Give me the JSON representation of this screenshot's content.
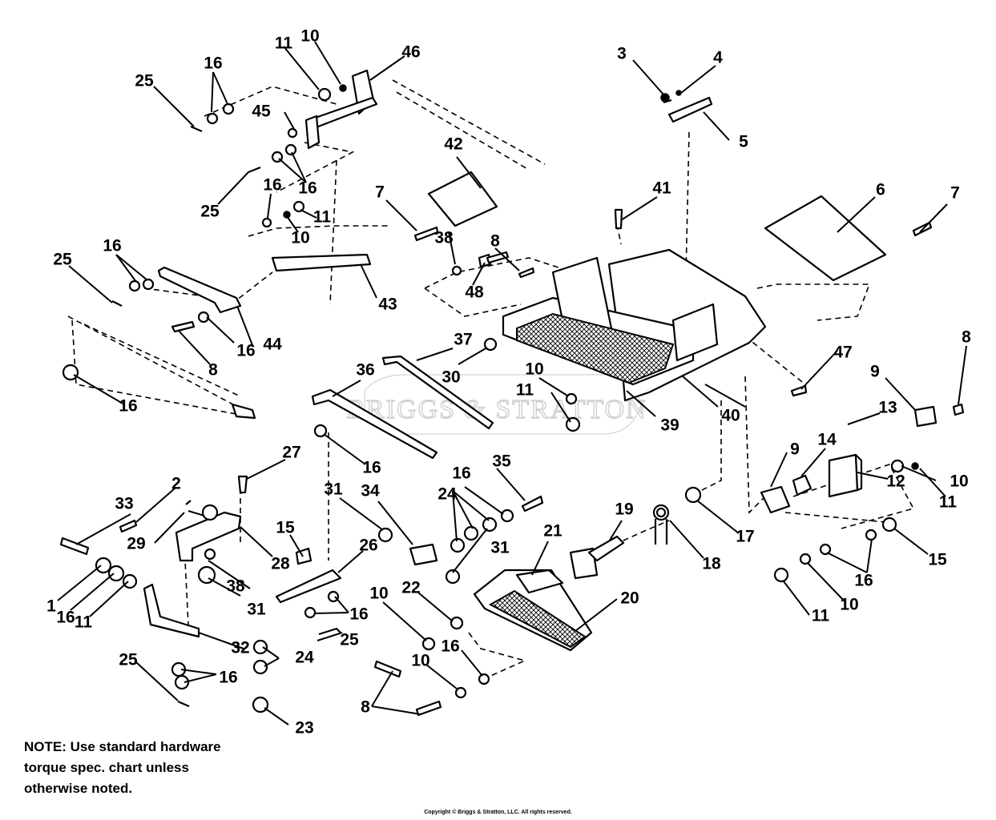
{
  "watermark": "BRIGGS & STRATTON",
  "note": {
    "lines": [
      "NOTE: Use standard hardware",
      "torque spec. chart unless",
      "otherwise noted."
    ]
  },
  "copyright": "Copyright © Briggs & Stratton, LLC. All rights reserved.",
  "callouts": [
    {
      "id": "c1",
      "text": "1"
    },
    {
      "id": "c2",
      "text": "2"
    },
    {
      "id": "c3",
      "text": "3"
    },
    {
      "id": "c4",
      "text": "4"
    },
    {
      "id": "c5",
      "text": "5"
    },
    {
      "id": "c6",
      "text": "6"
    },
    {
      "id": "c7a",
      "text": "7"
    },
    {
      "id": "c7b",
      "text": "7"
    },
    {
      "id": "c8a",
      "text": "8"
    },
    {
      "id": "c8b",
      "text": "8"
    },
    {
      "id": "c8c",
      "text": "8"
    },
    {
      "id": "c8d",
      "text": "8"
    },
    {
      "id": "c9a",
      "text": "9"
    },
    {
      "id": "c9b",
      "text": "9"
    },
    {
      "id": "c10a",
      "text": "10"
    },
    {
      "id": "c10b",
      "text": "10"
    },
    {
      "id": "c10c",
      "text": "10"
    },
    {
      "id": "c10d",
      "text": "10"
    },
    {
      "id": "c10e",
      "text": "10"
    },
    {
      "id": "c10f",
      "text": "10"
    },
    {
      "id": "c10g",
      "text": "10"
    },
    {
      "id": "c11a",
      "text": "11"
    },
    {
      "id": "c11b",
      "text": "11"
    },
    {
      "id": "c11c",
      "text": "11"
    },
    {
      "id": "c11d",
      "text": "11"
    },
    {
      "id": "c11e",
      "text": "11"
    },
    {
      "id": "c11f",
      "text": "11"
    },
    {
      "id": "c12",
      "text": "12"
    },
    {
      "id": "c13",
      "text": "13"
    },
    {
      "id": "c14",
      "text": "14"
    },
    {
      "id": "c15a",
      "text": "15"
    },
    {
      "id": "c15b",
      "text": "15"
    },
    {
      "id": "c16a",
      "text": "16"
    },
    {
      "id": "c16b",
      "text": "16"
    },
    {
      "id": "c16c",
      "text": "16"
    },
    {
      "id": "c16d",
      "text": "16"
    },
    {
      "id": "c16e",
      "text": "16"
    },
    {
      "id": "c16f",
      "text": "16"
    },
    {
      "id": "c16g",
      "text": "16"
    },
    {
      "id": "c16h",
      "text": "16"
    },
    {
      "id": "c16i",
      "text": "16"
    },
    {
      "id": "c16j",
      "text": "16"
    },
    {
      "id": "c16k",
      "text": "16"
    },
    {
      "id": "c16l",
      "text": "16"
    },
    {
      "id": "c16m",
      "text": "16"
    },
    {
      "id": "c17",
      "text": "17"
    },
    {
      "id": "c18",
      "text": "18"
    },
    {
      "id": "c19",
      "text": "19"
    },
    {
      "id": "c20",
      "text": "20"
    },
    {
      "id": "c21",
      "text": "21"
    },
    {
      "id": "c22",
      "text": "22"
    },
    {
      "id": "c23",
      "text": "23"
    },
    {
      "id": "c24a",
      "text": "24"
    },
    {
      "id": "c24b",
      "text": "24"
    },
    {
      "id": "c25a",
      "text": "25"
    },
    {
      "id": "c25b",
      "text": "25"
    },
    {
      "id": "c25c",
      "text": "25"
    },
    {
      "id": "c25d",
      "text": "25"
    },
    {
      "id": "c25e",
      "text": "25"
    },
    {
      "id": "c26",
      "text": "26"
    },
    {
      "id": "c27",
      "text": "27"
    },
    {
      "id": "c28",
      "text": "28"
    },
    {
      "id": "c29",
      "text": "29"
    },
    {
      "id": "c30",
      "text": "30"
    },
    {
      "id": "c31a",
      "text": "31"
    },
    {
      "id": "c31b",
      "text": "31"
    },
    {
      "id": "c31c",
      "text": "31"
    },
    {
      "id": "c32",
      "text": "32"
    },
    {
      "id": "c33",
      "text": "33"
    },
    {
      "id": "c34",
      "text": "34"
    },
    {
      "id": "c35",
      "text": "35"
    },
    {
      "id": "c36",
      "text": "36"
    },
    {
      "id": "c37",
      "text": "37"
    },
    {
      "id": "c38a",
      "text": "38"
    },
    {
      "id": "c38b",
      "text": "38"
    },
    {
      "id": "c39",
      "text": "39"
    },
    {
      "id": "c40",
      "text": "40"
    },
    {
      "id": "c41",
      "text": "41"
    },
    {
      "id": "c42",
      "text": "42"
    },
    {
      "id": "c43",
      "text": "43"
    },
    {
      "id": "c44",
      "text": "44"
    },
    {
      "id": "c45",
      "text": "45"
    },
    {
      "id": "c46",
      "text": "46"
    },
    {
      "id": "c47",
      "text": "47"
    },
    {
      "id": "c48",
      "text": "48"
    }
  ]
}
